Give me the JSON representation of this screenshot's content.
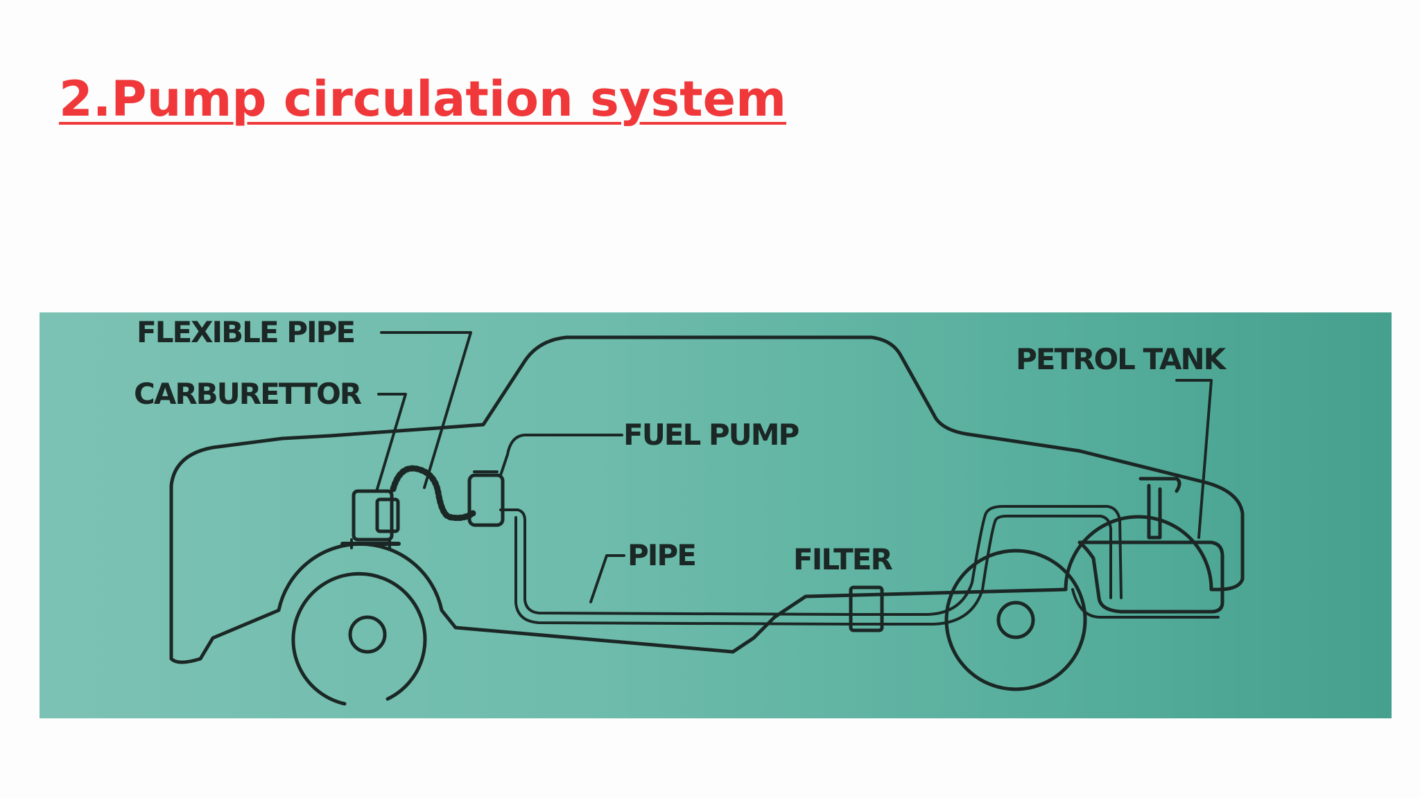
{
  "slide": {
    "title": "2.Pump circulation system",
    "title_color": "#f0383a",
    "background": "#fdfdfd"
  },
  "diagram": {
    "panel_color": "#6fbcac",
    "ink_color": "#1b2725",
    "labels": {
      "flexible_pipe": "FLEXIBLE PIPE",
      "carburettor": "CARBURETTOR",
      "fuel_pump": "FUEL PUMP",
      "pipe": "PIPE",
      "filter": "FILTER",
      "petrol_tank": "PETROL TANK"
    }
  }
}
